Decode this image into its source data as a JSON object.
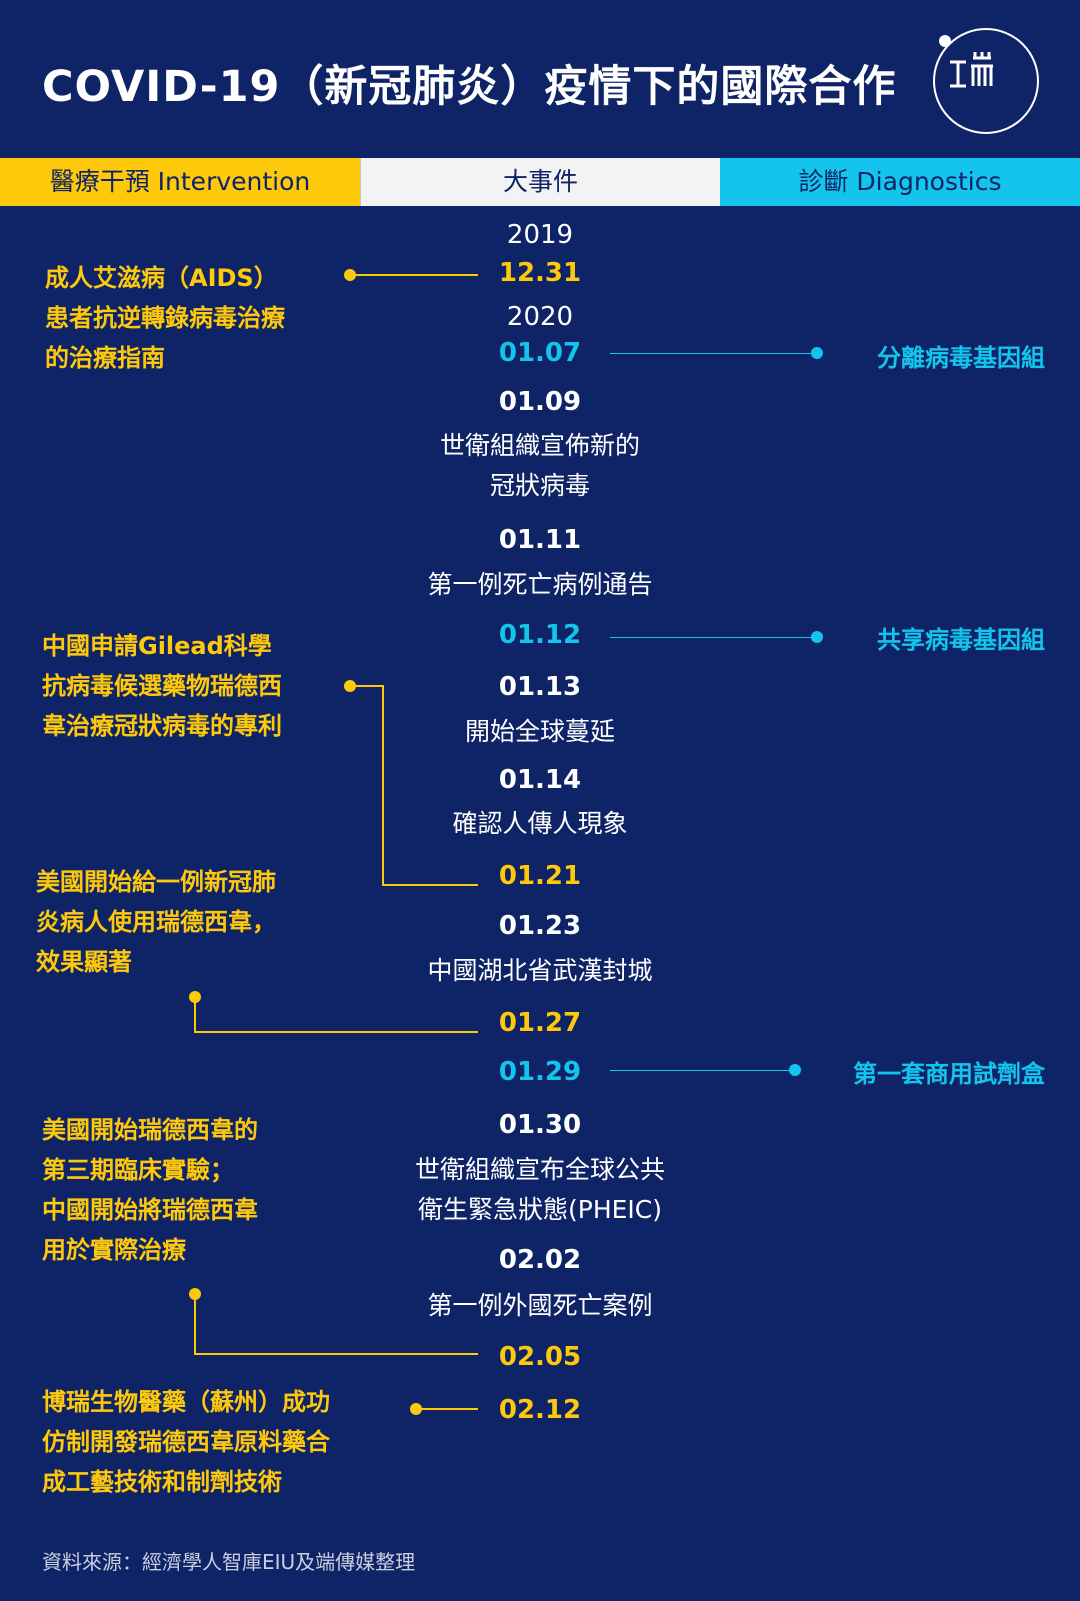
{
  "title": "COVID-19（新冠肺炎）疫情下的國際合作",
  "header": {
    "intervention": "醫療干預 Intervention",
    "events": "大事件",
    "diagnostics": "診斷 Diagnostics"
  },
  "timeline": {
    "year_2019": "2019",
    "year_2020": "2020",
    "d1231": "12.31",
    "d0107": "01.07",
    "d0109": "01.09",
    "e0109_1": "世衛組織宣佈新的",
    "e0109_2": "冠狀病毒",
    "d0111": "01.11",
    "e0111": "第一例死亡病例通告",
    "d0112": "01.12",
    "d0113": "01.13",
    "e0113": "開始全球蔓延",
    "d0114": "01.14",
    "e0114": "確認人傳人現象",
    "d0121": "01.21",
    "d0123": "01.23",
    "e0123": "中國湖北省武漢封城",
    "d0127": "01.27",
    "d0129": "01.29",
    "d0130": "01.30",
    "e0130_1": "世衛組織宣布全球公共",
    "e0130_2": "衛生緊急狀態(PHEIC)",
    "d0202": "02.02",
    "e0202": "第一例外國死亡案例",
    "d0205": "02.05",
    "d0212": "02.12"
  },
  "intervention": {
    "i1_1": "成人艾滋病（AIDS）",
    "i1_2": "患者抗逆轉錄病毒治療",
    "i1_3": "的治療指南",
    "i2_1": "中國申請Gilead科學",
    "i2_2": "抗病毒候選藥物瑞德西",
    "i2_3": "韋治療冠狀病毒的專利",
    "i3_1": "美國開始給一例新冠肺",
    "i3_2": "炎病人使用瑞德西韋，",
    "i3_3": "效果顯著",
    "i4_1": "美國開始瑞德西韋的",
    "i4_2": "第三期臨床實驗；",
    "i4_3": "中國開始將瑞德西韋",
    "i4_4": "用於實際治療",
    "i5_1": "博瑞生物醫藥（蘇州）成功",
    "i5_2": "仿制開發瑞德西韋原料藥合",
    "i5_3": "成工藝技術和制劑技術"
  },
  "diagnostics": {
    "g1": "分離病毒基因組",
    "g2": "共享病毒基因組",
    "g3": "第一套商用試劑盒"
  },
  "source": "資料來源：經濟學人智庫EIU及端傳媒整理",
  "colors": {
    "background": "#0f2466",
    "intervention": "#fec90b",
    "diagnostics": "#13c4ec",
    "event_text": "#ffffff"
  },
  "logo_icon": "initium-logo"
}
